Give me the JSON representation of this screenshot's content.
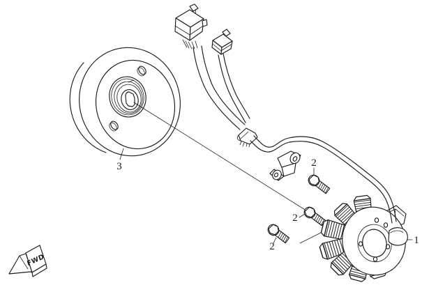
{
  "page": {
    "background": "#ffffff",
    "line_color": "#1c1c1c"
  },
  "callouts": {
    "stator": {
      "text": "1"
    },
    "bolt_upper": {
      "text": "2"
    },
    "bolt_middle": {
      "text": "2"
    },
    "bolt_lower": {
      "text": "2"
    },
    "rotor": {
      "text": "3"
    }
  },
  "direction_marker": {
    "text": "FWD"
  }
}
